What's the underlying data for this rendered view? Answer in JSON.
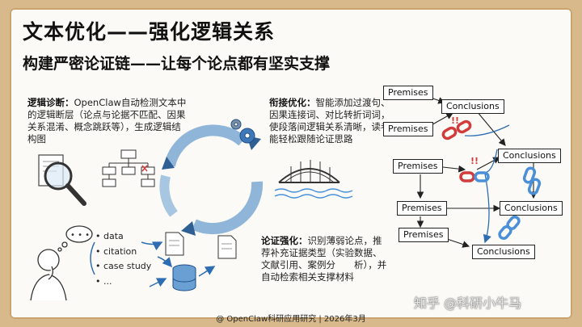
{
  "title": "文本优化——强化逻辑关系",
  "subtitle": "构建严密论证链——让每个论点都有坚实支撑",
  "sections": [
    {
      "heading": "逻辑诊断：",
      "body": "OpenClaw自动检测文本中的逻辑断层（论点与论据不匹配、因果关系混淆、概念跳跃等），生成逻辑结构图"
    },
    {
      "heading": "衔接优化：",
      "body": "智能添加过渡句、因果连接词、对比转折词词，使段落间逻辑关系清晰，读者能轻松跟随论证思路"
    },
    {
      "heading": "论证强化：",
      "body": "识别薄弱论点，推荐补充证据类型（实验数据、文献引用、案例分　　析），并自动检索相关支撑材料"
    }
  ],
  "evidence_list": [
    "data",
    "citation",
    "case study",
    "..."
  ],
  "diagram": {
    "premises": "Premises",
    "conclusions": "Conclusions",
    "break_marks": [
      "!!",
      "!!"
    ]
  },
  "footer": "@ OpenClaw科研应用研究 | 2026年3月",
  "watermark": "知乎 @科研小牛马",
  "colors": {
    "background": "#d7b98c",
    "board": "#fbfaf6",
    "arrow_blue": "#2f6db3",
    "break_red": "#d23b3b",
    "link_blue": "#4a90d9"
  },
  "icons": [
    "magnifier-icon",
    "flowchart-icon",
    "cycle-arrows-icon",
    "gear-icon",
    "bridge-icon",
    "thinking-person-icon",
    "document-icon",
    "database-icon",
    "broken-chain-icon",
    "chain-link-icon"
  ]
}
